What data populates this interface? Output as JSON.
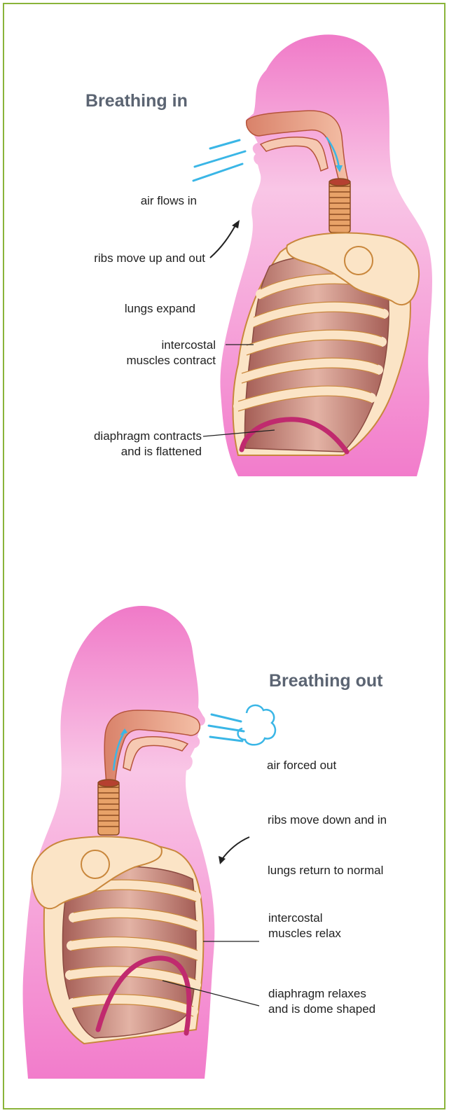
{
  "inhale": {
    "title": "Breathing in",
    "labels": {
      "air": "air flows in",
      "ribs": "ribs move up and out",
      "lungs": "lungs expand",
      "intercostal": "intercostal\nmuscles contract",
      "diaphragm": "diaphragm contracts\nand is flattened"
    }
  },
  "exhale": {
    "title": "Breathing out",
    "labels": {
      "air": "air forced out",
      "ribs": "ribs move down and in",
      "lungs": "lungs return to normal",
      "intercostal": "intercostal\nmuscles relax",
      "diaphragm": "diaphragm relaxes\nand is dome shaped"
    }
  },
  "colors": {
    "frame": "#8ab43a",
    "body": "#f07ac8",
    "bone": "#fbe4c6",
    "lung": "#c98a7c",
    "diaphragm": "#c02a6e",
    "airway": "#e9a28a",
    "airflow": "#3ab6e6",
    "heading": "#5b6472"
  }
}
